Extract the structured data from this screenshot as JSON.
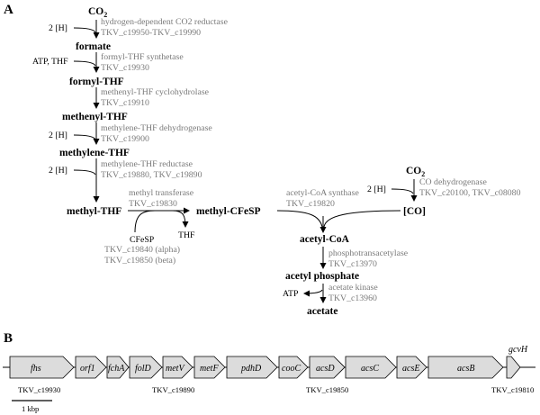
{
  "panel_a": {
    "label": "A",
    "compounds": {
      "co2_top": "CO2",
      "formate": "formate",
      "formyl_thf": "formyl-THF",
      "methenyl_thf": "methenyl-THF",
      "methylene_thf": "methylene-THF",
      "methyl_thf": "methyl-THF",
      "methyl_cfesp": "methyl-CFeSP",
      "co2_right": "CO2",
      "co": "[CO]",
      "acetyl_coa": "acetyl-CoA",
      "acetyl_phosphate": "acetyl phosphate",
      "acetate": "acetate"
    },
    "cofactors": {
      "h1": "2 [H]",
      "atp_thf": "ATP, THF",
      "h2": "2 [H]",
      "h3": "2 [H]",
      "h4": "2 [H]",
      "cfesp": "CFeSP",
      "thf": "THF",
      "atp": "ATP"
    },
    "enzymes": {
      "e1_name": "hydrogen-dependent CO2 reductase",
      "e1_genes": "TKV_c19950-TKV_c19990",
      "e2_name": "formyl-THF synthetase",
      "e2_genes": "TKV_c19930",
      "e3_name": "methenyl-THF cyclohydrolase",
      "e3_genes": "TKV_c19910",
      "e4_name": "methylene-THF dehydrogenase",
      "e4_genes": "TKV_c19900",
      "e5_name": "methylene-THF reductase",
      "e5_genes": "TKV_c19880, TKV_c19890",
      "e6_name": "methyl transferase",
      "e6_genes": "TKV_c19830",
      "e6_alpha": "TKV_c19840 (alpha)",
      "e6_beta": "TKV_c19850 (beta)",
      "e7_name": "acetyl-CoA synthase",
      "e7_genes": "TKV_c19820",
      "e8_name": "CO dehydrogenase",
      "e8_genes": "TKV_c20100, TKV_c08080",
      "e9_name": "phosphotransacetylase",
      "e9_genes": "TKV_c13970",
      "e10_name": "acetate kinase",
      "e10_genes": "TKV_c13960"
    }
  },
  "panel_b": {
    "label": "B",
    "genes": [
      "fhs",
      "orf1",
      "fchA",
      "folD",
      "metV",
      "metF",
      "pdhD",
      "cooC",
      "acsD",
      "acsC",
      "acsE",
      "acsB",
      "gcvH"
    ],
    "locus_tags": [
      "TKV_c19930",
      "TKV_c19890",
      "TKV_c19850",
      "TKV_c19810"
    ],
    "scale_bar": "1 kbp"
  }
}
